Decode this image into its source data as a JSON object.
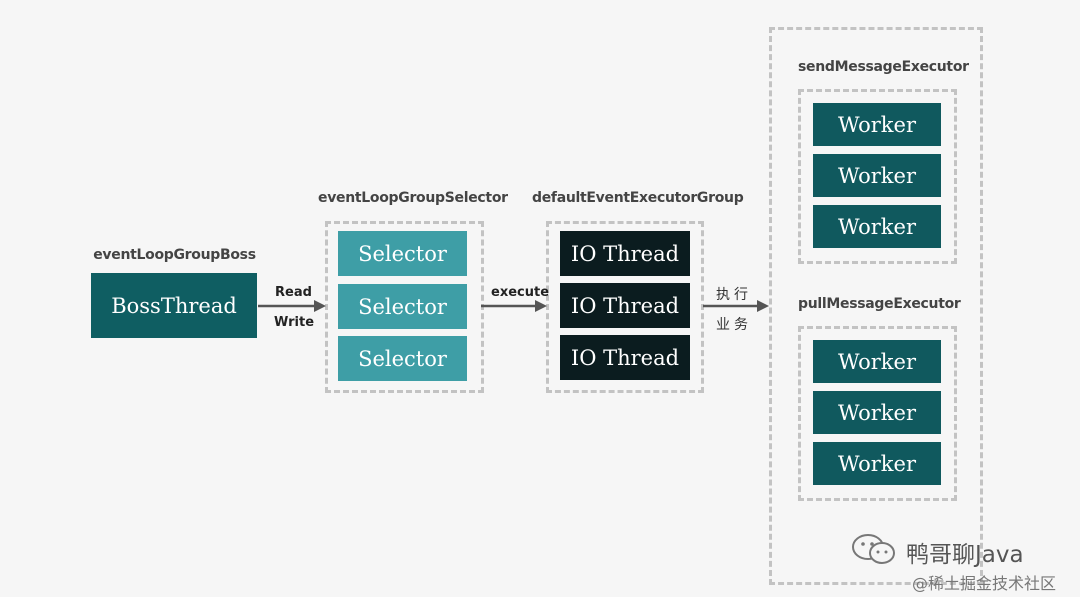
{
  "groups": {
    "boss": {
      "label": "eventLoopGroupBoss",
      "items": [
        "BossThread"
      ]
    },
    "selector": {
      "label": "eventLoopGroupSelector",
      "items": [
        "Selector",
        "Selector",
        "Selector"
      ]
    },
    "executor": {
      "label": "defaultEventExecutorGroup",
      "items": [
        "IO Thread",
        "IO Thread",
        "IO Thread"
      ]
    },
    "send": {
      "label": "sendMessageExecutor",
      "items": [
        "Worker",
        "Worker",
        "Worker"
      ]
    },
    "pull": {
      "label": "pullMessageExecutor",
      "items": [
        "Worker",
        "Worker",
        "Worker"
      ]
    }
  },
  "arrows": {
    "read_write": {
      "line1": "Read",
      "line2": "Write"
    },
    "execute": "execute",
    "business": {
      "line1": "执行",
      "line2": "业务"
    }
  },
  "watermark": {
    "account": "鸭哥聊Java",
    "site": "@稀土掘金技术社区"
  },
  "colors": {
    "boss": "#0f5e62",
    "selector": "#3e9ea6",
    "io_thread": "#0b1c1f",
    "worker": "#10595e",
    "dash_border": "#c3c3c3",
    "arrow": "#555555"
  }
}
